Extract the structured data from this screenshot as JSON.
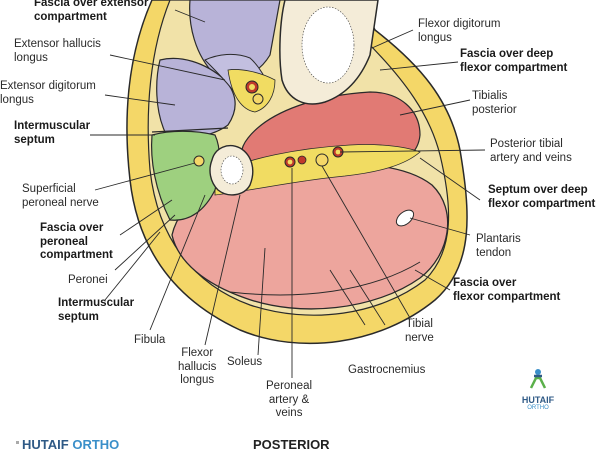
{
  "labels": {
    "fascia_extensor": "Fascia over extensor\ncompartment",
    "ext_hallucis": "Extensor hallucis\nlongus",
    "ext_digitorum": "Extensor digitorum\nlongus",
    "intermuscular_top": "Intermuscular\nseptum",
    "sup_peroneal": "Superficial\nperoneal nerve",
    "fascia_peroneal": "Fascia over\nperoneal\ncompartment",
    "peronei": "Peronei",
    "intermuscular_bottom": "Intermuscular\nseptum",
    "fibula": "Fibula",
    "fhl": "Flexor\nhallucis\nlongus",
    "soleus": "Soleus",
    "peroneal_vessels": "Peroneal\nartery &\nveins",
    "gastrocnemius": "Gastrocnemius",
    "tibial_nerve": "Tibial\nnerve",
    "fascia_flexor": "Fascia over\nflexor compartment",
    "plantaris": "Plantaris\ntendon",
    "septum_deep": "Septum over deep\nflexor compartment",
    "post_tibial": "Posterior tibial\nartery and veins",
    "tib_post": "Tibialis\nposterior",
    "fascia_deep": "Fascia over deep\nflexor compartment",
    "fdl": "Flexor digitorum\nlongus"
  },
  "orientation": "POSTERIOR",
  "watermark": {
    "brand_a": "HUTAIF",
    "brand_b": "ORTHO",
    "small_a": "HUTAIF",
    "small_b": "ORTHO"
  },
  "colors": {
    "skin": "#f4d768",
    "outline": "#2a2a2a",
    "anterior_muscle": "#b8b3d8",
    "lateral_muscle": "#9ed07f",
    "deep_posterior": "#e17a74",
    "superficial_posterior": "#eda59d",
    "neurovascular_fat": "#f1dc62",
    "bone": "#f4ecd8"
  }
}
